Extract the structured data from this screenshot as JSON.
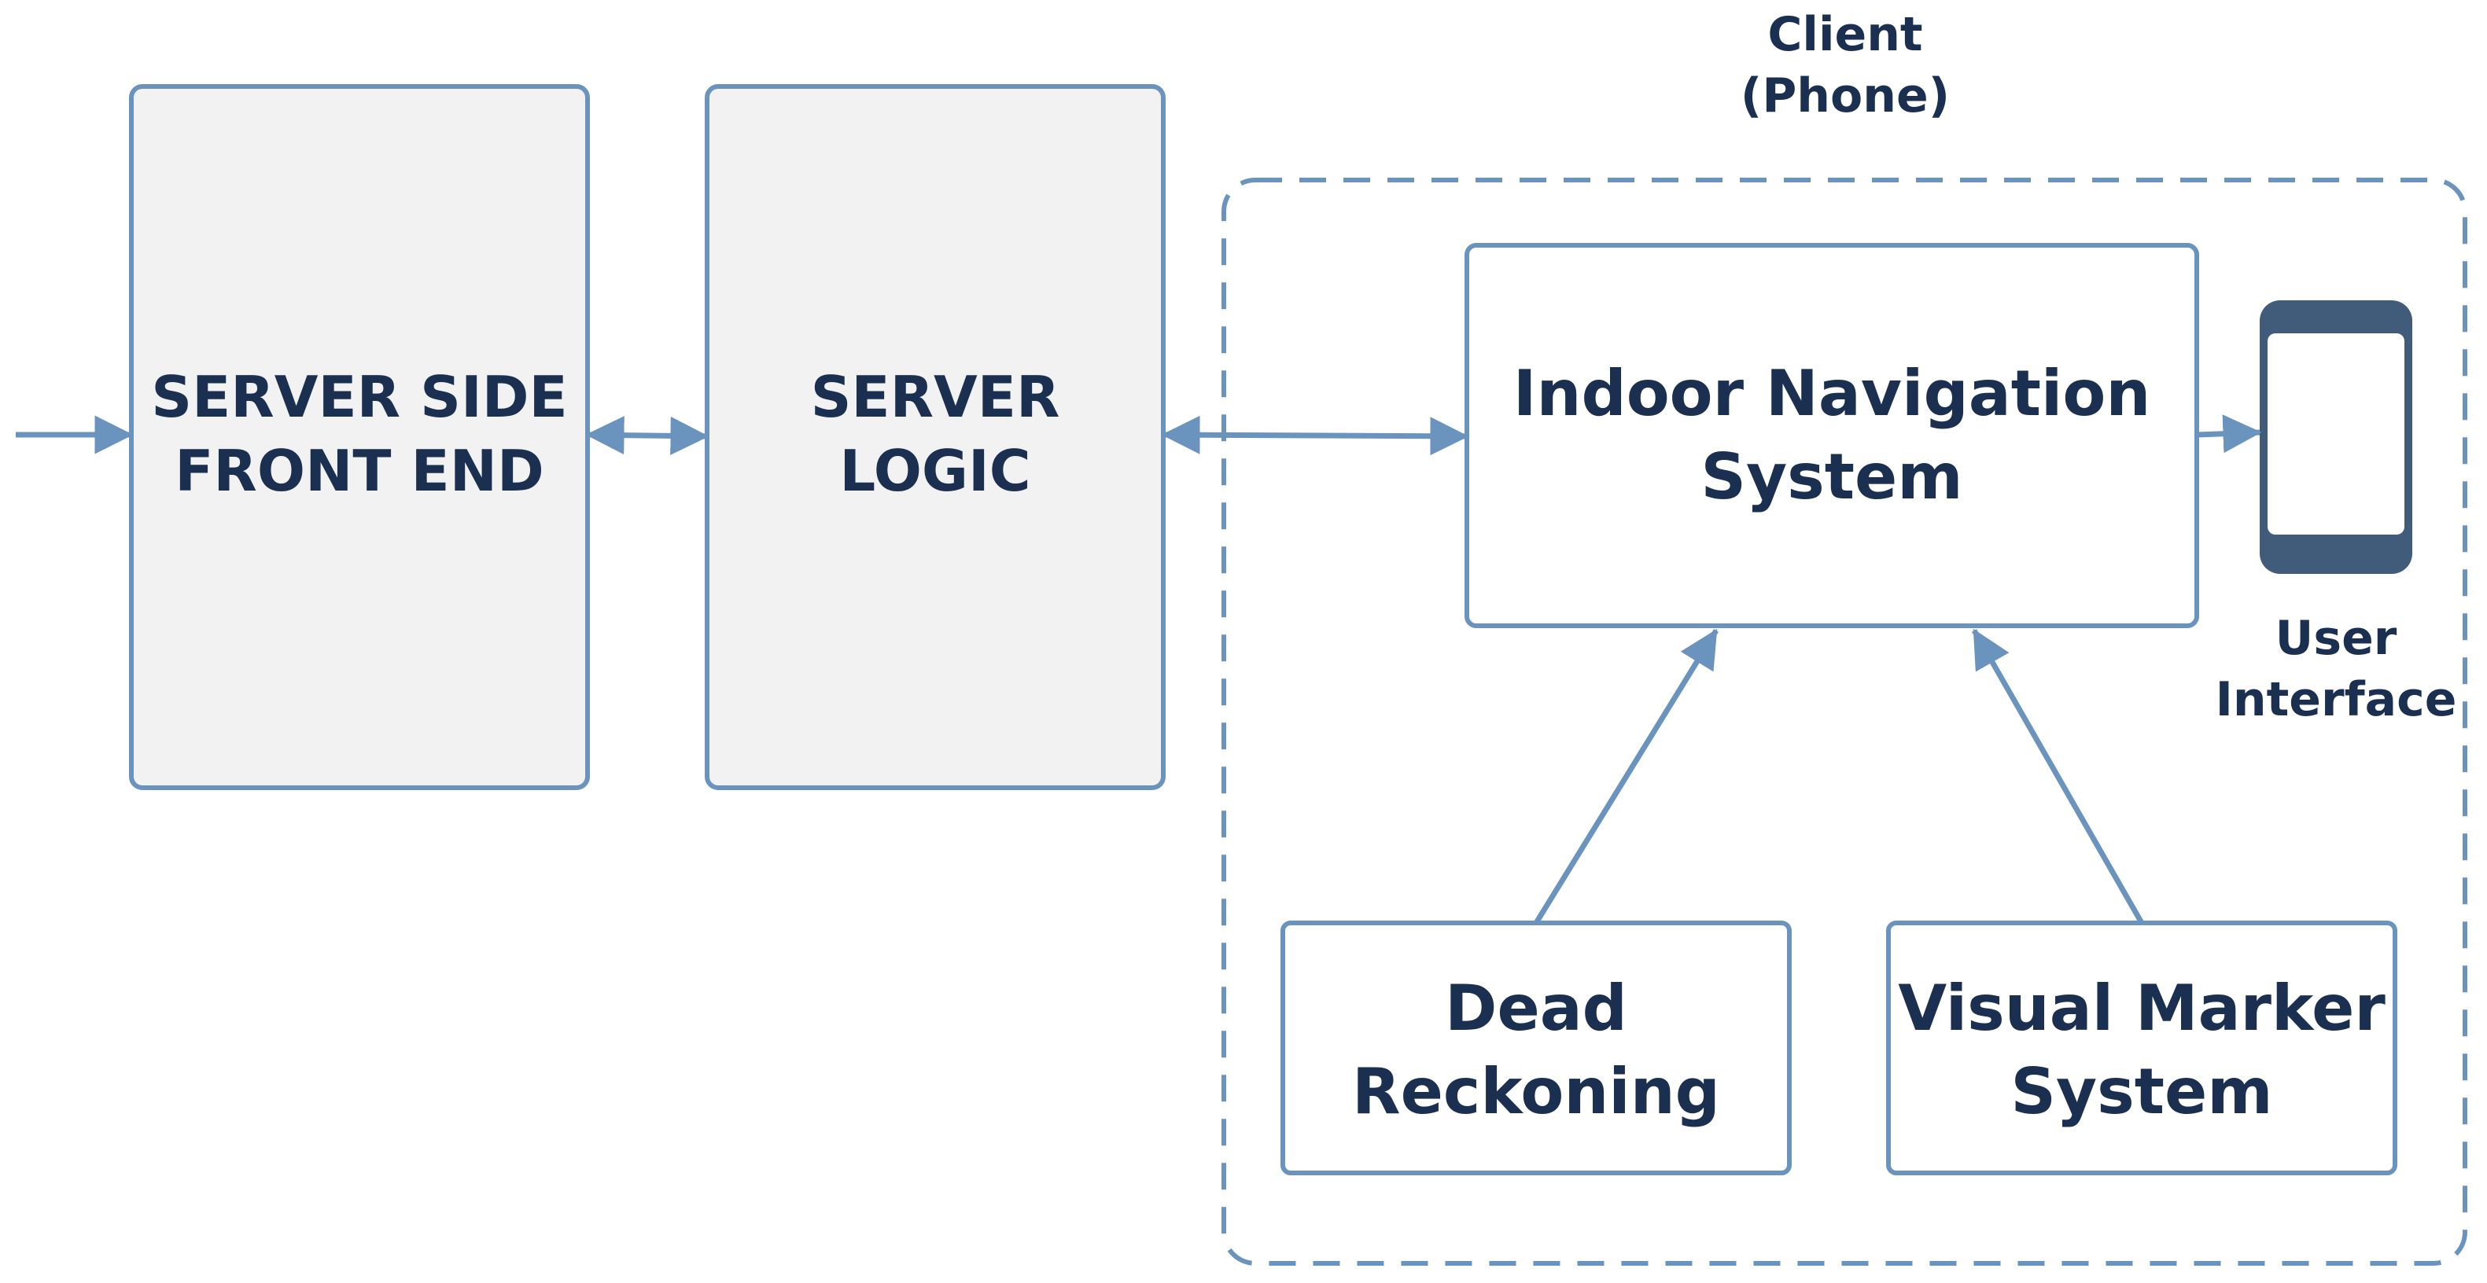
{
  "colors": {
    "stroke": "#6a93bd",
    "server_fill": "#f2f2f2",
    "client_fill": "#ffffff",
    "text": "#1b3050",
    "phone_body": "#415b7b",
    "phone_screen": "#ffffff"
  },
  "client": {
    "label_line1": "Client",
    "label_line2": "(Phone)"
  },
  "boxes": {
    "server_front_end": {
      "line1": "SERVER SIDE",
      "line2": "FRONT END"
    },
    "server_logic": {
      "line1": "SERVER",
      "line2": "LOGIC"
    },
    "indoor_navigation": {
      "line1": "Indoor Navigation",
      "line2": "System"
    },
    "dead_reckoning": {
      "line1": "Dead",
      "line2": "Reckoning"
    },
    "visual_marker": {
      "line1": "Visual Marker",
      "line2": "System"
    }
  },
  "user_interface": {
    "icon": "smartphone-icon",
    "label_line1": "User",
    "label_line2": "Interface"
  }
}
